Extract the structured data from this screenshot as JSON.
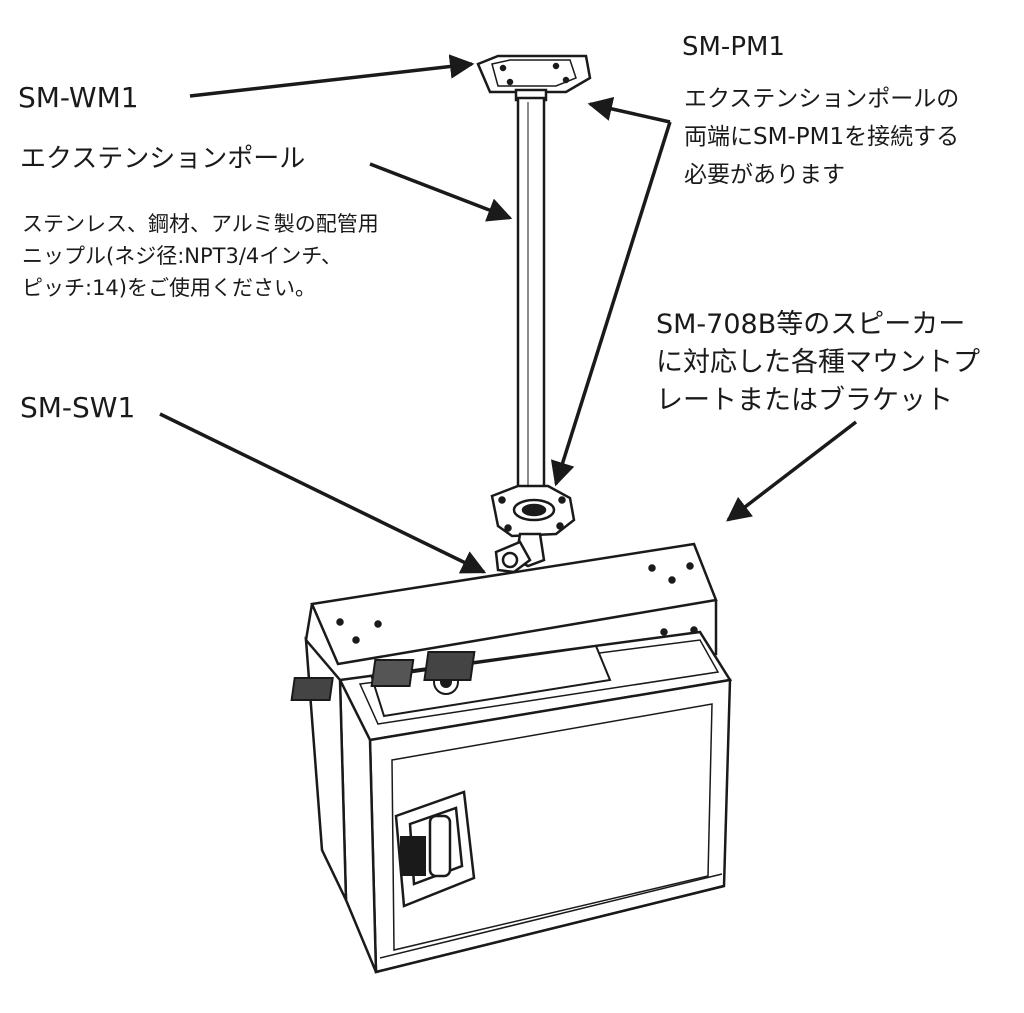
{
  "labels": {
    "wall_mount": "SM-WM1",
    "extension_pole": "エクステンションポール",
    "pole_note": [
      "ステンレス、鋼材、アルミ製の配管用",
      "ニップル(ネジ径:NPT3/4インチ、",
      "ピッチ:14)をご使用ください。"
    ],
    "swivel": "SM-SW1",
    "pole_mount": "SM-PM1",
    "pole_mount_note": [
      "エクステンションポールの",
      "両端にSM-PM1を接続する",
      "必要があります"
    ],
    "bracket_note": [
      "SM-708B等のスピーカー",
      "に対応した各種マウントプ",
      "レートまたはブラケット"
    ]
  },
  "colors": {
    "ink": "#1a1a1a",
    "background": "#ffffff"
  }
}
